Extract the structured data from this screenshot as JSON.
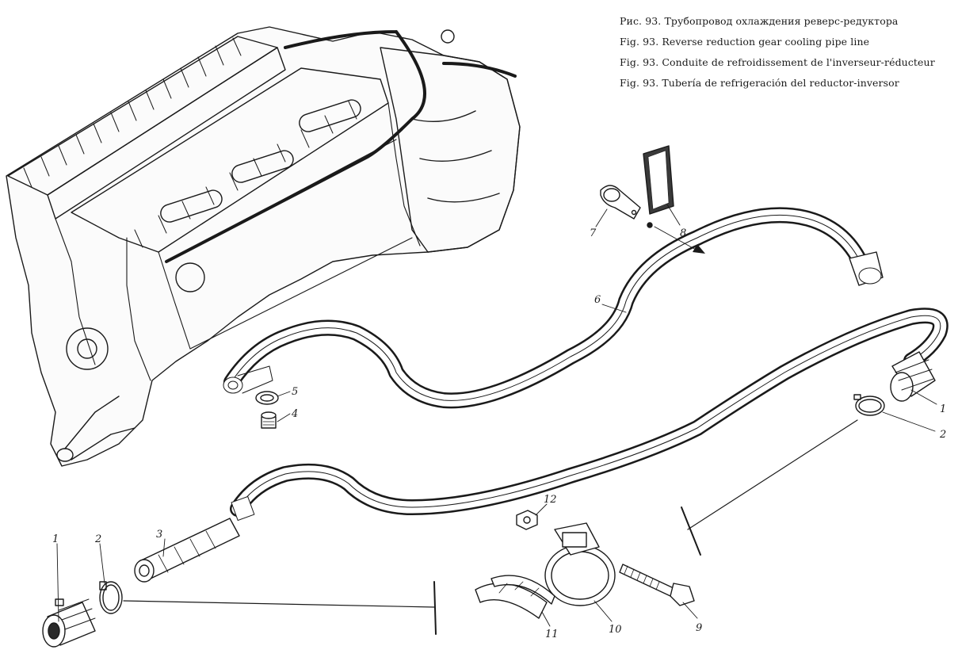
{
  "caption": {
    "lines": [
      "Рис. 93. Трубопровод охлаждения реверс-редуктора",
      "Fig. 93. Reverse reduction gear cooling pipe line",
      "Fig. 93. Conduite de refroidissement de l'inverseur-réducteur",
      "Fig. 93. Tubería de refrigeración del reductor-inversor"
    ]
  },
  "callouts": {
    "n1_right": "1",
    "n2_right": "2",
    "n3": "3",
    "n4": "4",
    "n5": "5",
    "n6": "6",
    "n7": "7",
    "n8": "8",
    "n9": "9",
    "n10": "10",
    "n11": "11",
    "n12": "12",
    "n1_left": "1",
    "n2_left": "2"
  }
}
